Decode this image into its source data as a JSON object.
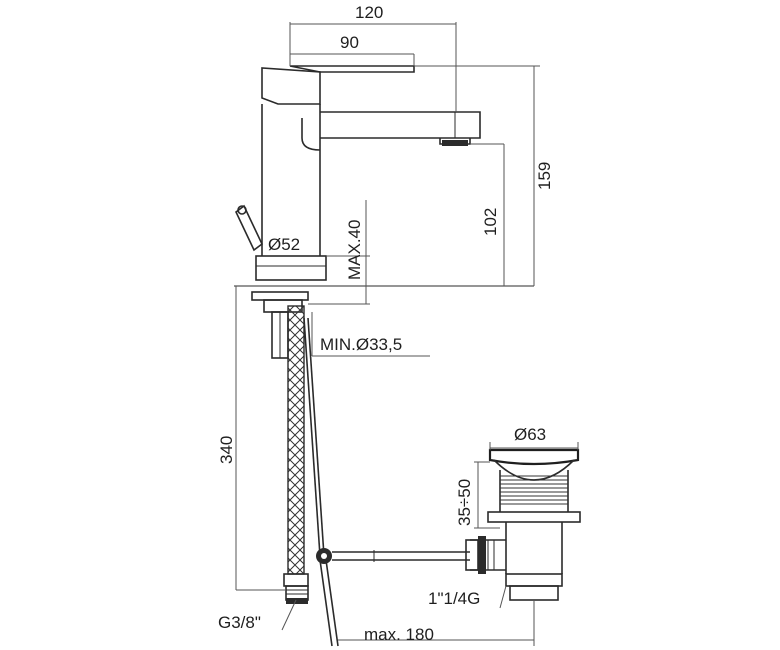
{
  "dimensions": {
    "overall_width": "120",
    "spout_reach": "90",
    "total_height": "159",
    "spout_height": "102",
    "base_diameter": "Ø52",
    "max_deck_thickness": "MAX.40",
    "min_hole_diameter": "MIN.Ø33,5",
    "hose_length": "340",
    "hose_thread": "G3/8\"",
    "waste_diameter": "Ø63",
    "waste_height": "35÷50",
    "waste_thread": "1\"1/4G",
    "rod_max": "max. 180"
  }
}
